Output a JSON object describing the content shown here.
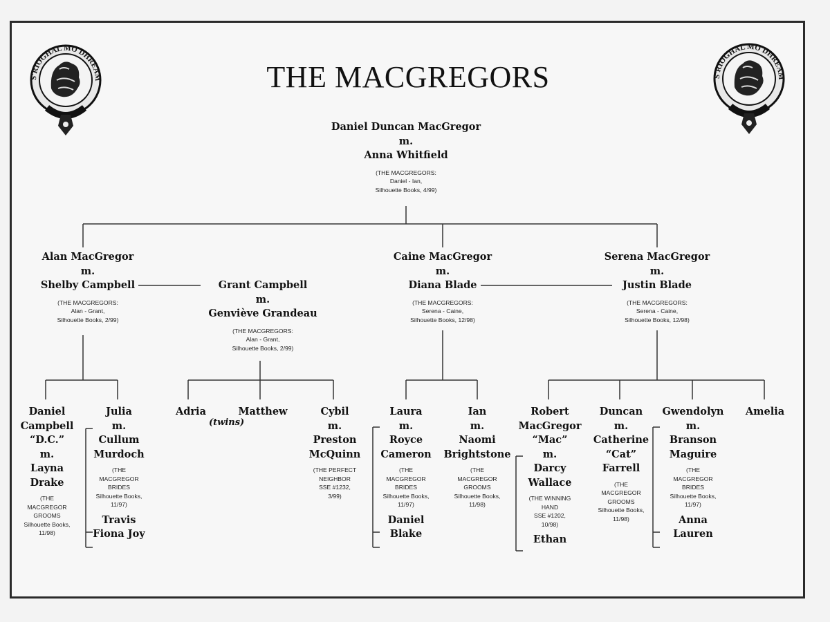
{
  "title": "THE MACGREGORS",
  "crest_motto": "S'RIOGHAL MO DHREAM",
  "root": {
    "names": [
      "Daniel Duncan MacGregor",
      "m.",
      "Anna Whitfield"
    ],
    "source": [
      "(THE MACGREGORS:",
      "Daniel - Ian,",
      "Silhouette Books, 4/99)"
    ]
  },
  "alan": {
    "names": [
      "Alan MacGregor",
      "m.",
      "Shelby Campbell"
    ],
    "source": [
      "(THE MACGREGORS:",
      "Alan - Grant,",
      "Silhouette Books, 2/99)"
    ]
  },
  "grant": {
    "names": [
      "Grant Campbell",
      "m.",
      "Genviève Grandeau"
    ],
    "source": [
      "(THE MACGREGORS:",
      "Alan - Grant,",
      "Silhouette Books, 2/99)"
    ]
  },
  "caine": {
    "names": [
      "Caine MacGregor",
      "m.",
      "Diana Blade"
    ],
    "source": [
      "(THE MACGREGORS:",
      "Serena - Caine,",
      "Silhouette Books, 12/98)"
    ]
  },
  "serena": {
    "names": [
      "Serena MacGregor",
      "m.",
      "Justin Blade"
    ],
    "source": [
      "(THE MACGREGORS:",
      "Serena - Caine,",
      "Silhouette Books, 12/98)"
    ]
  },
  "dc": {
    "names": [
      "Daniel",
      "Campbell",
      "“D.C.”",
      "m.",
      "Layna",
      "Drake"
    ],
    "source": [
      "(THE",
      "MACGREGOR",
      "GROOMS",
      "Silhouette Books,",
      "11/98)"
    ]
  },
  "julia": {
    "names": [
      "Julia",
      "m.",
      "Cullum",
      "Murdoch"
    ],
    "source": [
      "(THE",
      "MACGREGOR",
      "BRIDES",
      "Silhouette Books,",
      "11/97)"
    ],
    "children": [
      "Travis",
      "Fiona Joy"
    ]
  },
  "adria": {
    "names": [
      "Adria"
    ]
  },
  "matthew": {
    "names": [
      "Matthew"
    ]
  },
  "twins_label": "(twins)",
  "cybil": {
    "names": [
      "Cybil",
      "m.",
      "Preston",
      "McQuinn"
    ],
    "source": [
      "(THE PERFECT",
      "NEIGHBOR",
      "SSE #1232,",
      "3/99)"
    ]
  },
  "laura": {
    "names": [
      "Laura",
      "m.",
      "Royce",
      "Cameron"
    ],
    "source": [
      "(THE",
      "MACGREGOR",
      "BRIDES",
      "Silhouette Books,",
      "11/97)"
    ],
    "children": [
      "Daniel",
      "Blake"
    ]
  },
  "ian": {
    "names": [
      "Ian",
      "m.",
      "Naomi",
      "Brightstone"
    ],
    "source": [
      "(THE",
      "MACGREGOR",
      "GROOMS",
      "Silhouette Books,",
      "11/98)"
    ]
  },
  "robert": {
    "names": [
      "Robert",
      "MacGregor",
      "“Mac”",
      "m.",
      "Darcy",
      "Wallace"
    ],
    "source": [
      "(THE WINNING",
      "HAND",
      "SSE #1202,",
      "10/98)"
    ],
    "children": [
      "Ethan"
    ]
  },
  "duncan": {
    "names": [
      "Duncan",
      "m.",
      "Catherine",
      "“Cat”",
      "Farrell"
    ],
    "source": [
      "(THE",
      "MACGREGOR",
      "GROOMS",
      "Silhouette Books,",
      "11/98)"
    ]
  },
  "gwendolyn": {
    "names": [
      "Gwendolyn",
      "m.",
      "Branson",
      "Maguire"
    ],
    "source": [
      "(THE",
      "MACGREGOR",
      "BRIDES",
      "Silhouette Books,",
      "11/97)"
    ],
    "children": [
      "Anna",
      "Lauren"
    ]
  },
  "amelia": {
    "names": [
      "Amelia"
    ]
  }
}
